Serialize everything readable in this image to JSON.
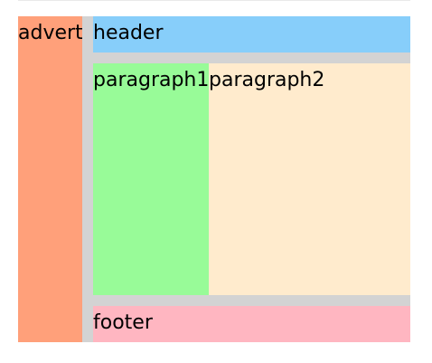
{
  "regions": {
    "advert": {
      "label": "advert",
      "color": "#ffa07a"
    },
    "header": {
      "label": "header",
      "color": "#87cefa"
    },
    "paragraph1": {
      "label": "paragraph1",
      "color": "#98fb98"
    },
    "paragraph2": {
      "label": "paragraph2",
      "color": "#ffebcd"
    },
    "footer": {
      "label": "footer",
      "color": "#ffb6c1"
    }
  },
  "colors": {
    "gap": "#d3d3d3",
    "rule": "#e9e9e9"
  }
}
